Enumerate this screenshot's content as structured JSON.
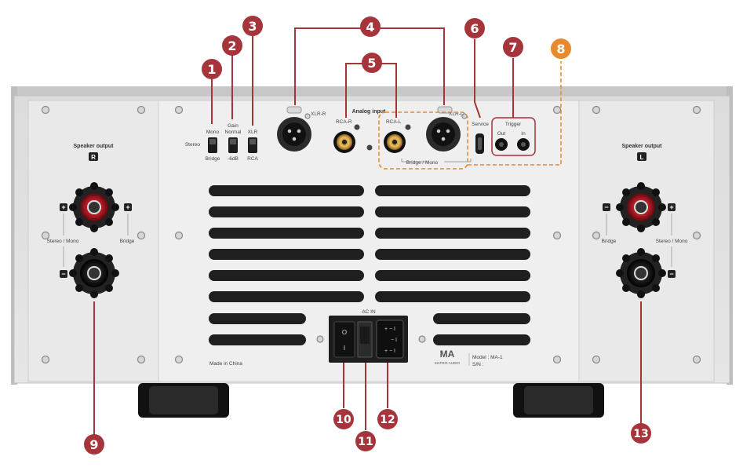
{
  "colors": {
    "badge": "#a6343b",
    "highlight": "#e8892b",
    "panel": "#efefef",
    "slot": "#1f1f1f"
  },
  "header": {
    "analog_input": "Analog input"
  },
  "side_panels": {
    "right": {
      "title": "Speaker output",
      "badge": "R",
      "left_label": "Stereo / Mono",
      "right_label": "Bridge",
      "plus": "+",
      "minus": "−"
    },
    "left": {
      "title": "Speaker output",
      "badge": "L",
      "left_label": "Bridge",
      "right_label": "Stereo / Mono",
      "plus": "+",
      "minus": "−"
    }
  },
  "switches": {
    "mode": {
      "top": "Mono",
      "side": "Stereo",
      "bottom": "Bridge"
    },
    "gain": {
      "top": "Gain",
      "top2": "Normal",
      "bottom": "-6dB"
    },
    "input": {
      "top": "XLR",
      "bottom": "RCA"
    }
  },
  "inputs": {
    "xlr_r": "XLR-R",
    "xlr_l": "XLR-L",
    "rca_r": "RCA-R",
    "rca_l": "RCA-L",
    "bridge_mono": "Bridge / Mono",
    "service": "Service",
    "trigger": "Trigger",
    "trigger_out": "Out",
    "trigger_in": "In"
  },
  "power": {
    "ac_in": "AC IN",
    "on": "I",
    "off": "O",
    "fuse_a": "+ − I",
    "fuse_b": "− I",
    "fuse_c": "+ − I"
  },
  "footer": {
    "made_in": "Made in China",
    "brand": "MATRIX AUDIO",
    "logo": "MA",
    "model": "Model : MA-1",
    "serial": "S/N :"
  },
  "callouts": [
    "1",
    "2",
    "3",
    "4",
    "5",
    "6",
    "7",
    "8",
    "9",
    "10",
    "11",
    "12",
    "13"
  ]
}
